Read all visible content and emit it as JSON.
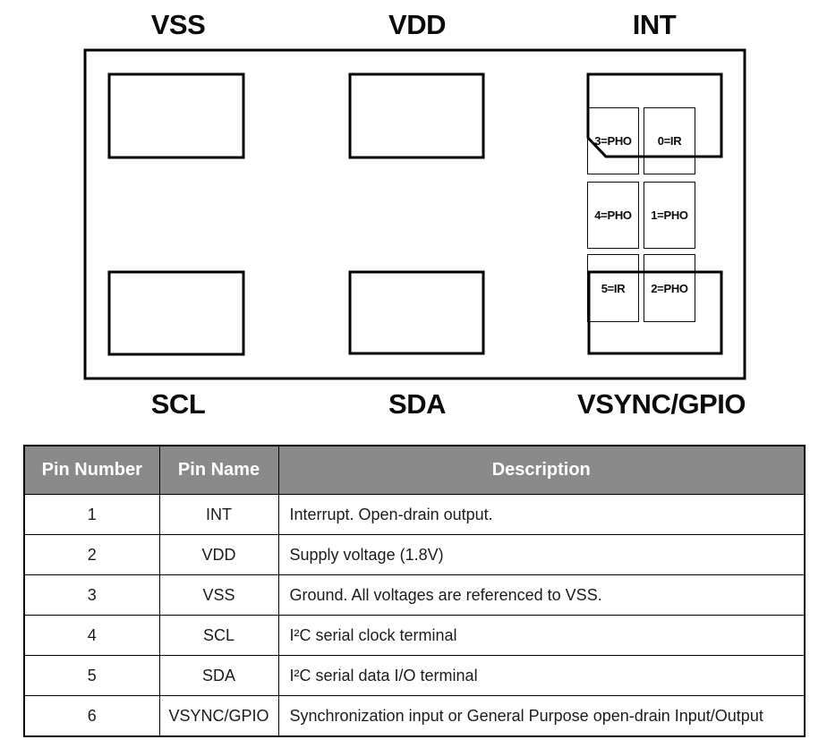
{
  "diagram": {
    "top_labels": [
      {
        "text": "VSS"
      },
      {
        "text": "VDD"
      },
      {
        "text": "INT"
      }
    ],
    "bottom_labels": [
      {
        "text": "SCL"
      },
      {
        "text": "SDA"
      },
      {
        "text": "VSYNC/GPIO"
      }
    ],
    "sensor_cells": [
      {
        "label": "3=PHO"
      },
      {
        "label": "0=IR"
      },
      {
        "label": "4=PHO"
      },
      {
        "label": "1=PHO"
      },
      {
        "label": "5=IR"
      },
      {
        "label": "2=PHO"
      }
    ]
  },
  "table": {
    "headers": [
      "Pin Number",
      "Pin Name",
      "Description"
    ],
    "rows": [
      {
        "number": "1",
        "name": "INT",
        "description": "Interrupt. Open-drain output."
      },
      {
        "number": "2",
        "name": "VDD",
        "description": "Supply voltage (1.8V)"
      },
      {
        "number": "3",
        "name": "VSS",
        "description": "Ground. All voltages are referenced to VSS."
      },
      {
        "number": "4",
        "name": "SCL",
        "description": "I²C serial clock terminal"
      },
      {
        "number": "5",
        "name": "SDA",
        "description": "I²C serial data I/O terminal"
      },
      {
        "number": "6",
        "name": "VSYNC/GPIO",
        "description": "Synchronization input or General Purpose open-drain Input/Output"
      }
    ],
    "colors": {
      "header_bg": "#8a8a8a",
      "header_text": "#ffffff",
      "border": "#000000",
      "body_text": "#1d1b1b"
    }
  }
}
